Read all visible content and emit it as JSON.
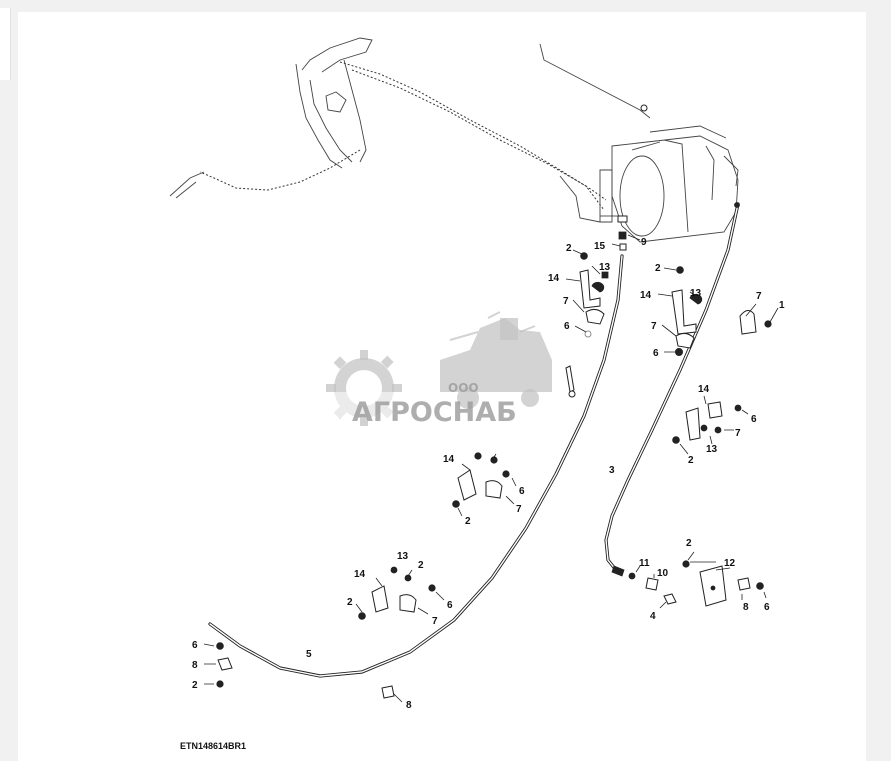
{
  "figure_code": "ETN148614BR1",
  "watermark": {
    "prefix": "ООО",
    "brand": "АГРОСНАБ"
  },
  "callouts": {
    "c1": "1",
    "c2": "2",
    "c3": "3",
    "c4": "4",
    "c5": "5",
    "c6": "6",
    "c7": "7",
    "c8": "8",
    "c9": "9",
    "c10": "10",
    "c11": "11",
    "c12": "12",
    "c13": "13",
    "c14": "14",
    "c15": "15"
  }
}
